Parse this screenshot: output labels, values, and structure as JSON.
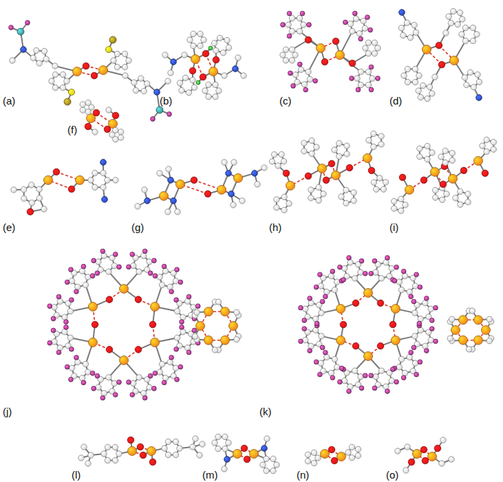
{
  "diagram": {
    "labels": [
      "(a)",
      "(b)",
      "(c)",
      "(d)",
      "(f)",
      "(e)",
      "(g)",
      "(h)",
      "(i)",
      "(j)",
      "(k)",
      "(l)",
      "(m)",
      "(n)",
      "(o)"
    ]
  }
}
